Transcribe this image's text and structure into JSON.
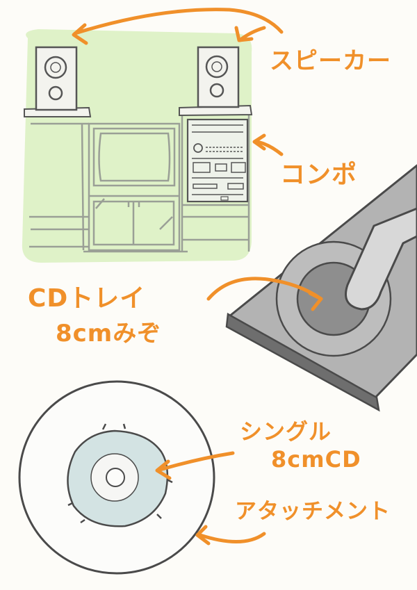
{
  "labels": {
    "speaker": "スピーカー",
    "compo": "コンポ",
    "cd_tray_line1": "CDトレイ",
    "cd_tray_line2": "8cmみぞ",
    "single_line1": "シングル",
    "single_line2": "8cmCD",
    "attachment": "アタッチメント"
  },
  "colors": {
    "accent": "#f0902a",
    "room_bg": "#dff2c8",
    "line": "#555555",
    "tray_gray": "#9a9a9a",
    "disc_blue": "#d3e3e3"
  }
}
